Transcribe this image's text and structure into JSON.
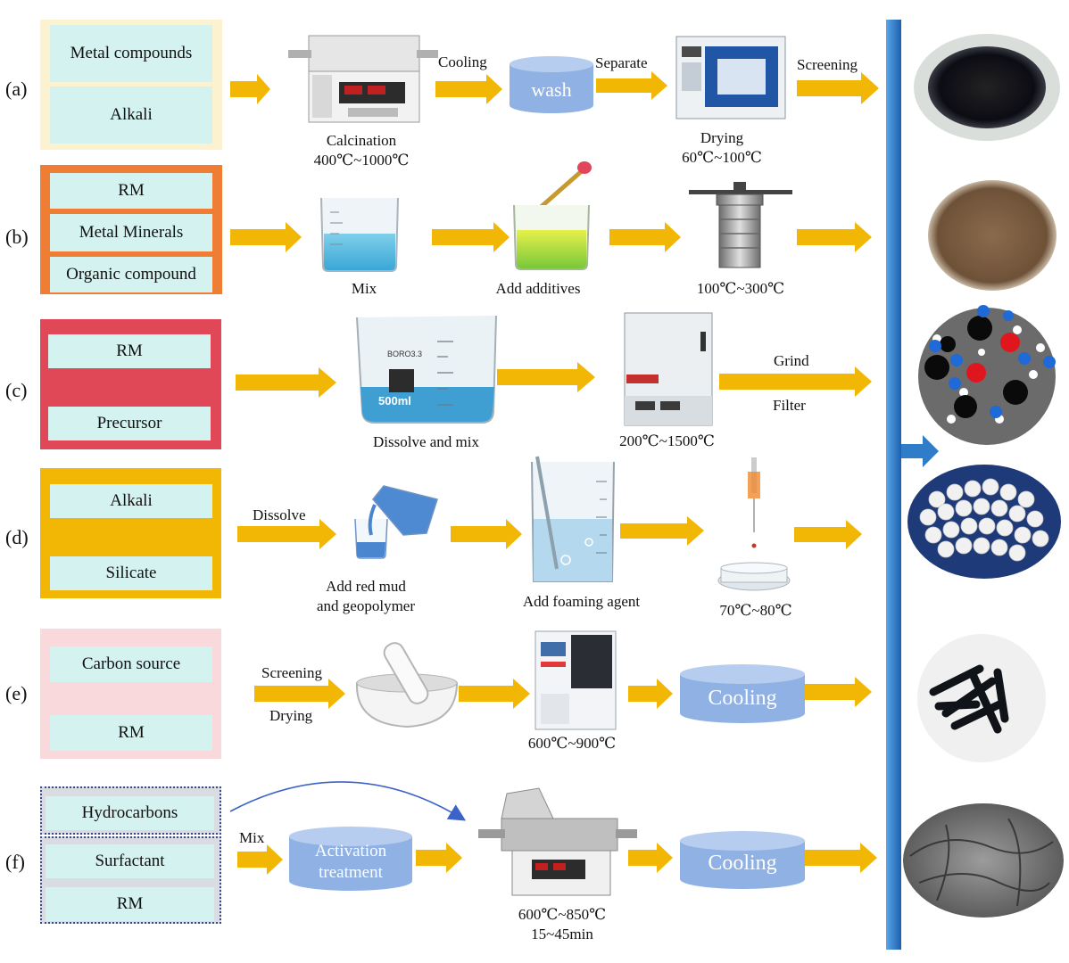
{
  "rows": [
    {
      "label": "(a)",
      "boxes": [
        "Metal compounds",
        "Alkali"
      ]
    },
    {
      "label": "(b)",
      "boxes": [
        "RM",
        "Metal Minerals",
        "Organic compound"
      ]
    },
    {
      "label": "(c)",
      "boxes": [
        "RM",
        "Precursor"
      ]
    },
    {
      "label": "(d)",
      "boxes": [
        "Alkali",
        "Silicate"
      ]
    },
    {
      "label": "(e)",
      "boxes": [
        "Carbon source",
        "RM"
      ]
    },
    {
      "label": "(f)",
      "boxes": [
        "Hydrocarbons",
        "Surfactant",
        "RM"
      ]
    }
  ],
  "a": {
    "calcination": "Calcination",
    "calcination_temp": "400℃~1000℃",
    "cooling": "Cooling",
    "wash": "wash",
    "separate": "Separate",
    "drying": "Drying",
    "drying_temp": "60℃~100℃",
    "screening": "Screening"
  },
  "b": {
    "mix": "Mix",
    "add_additives": "Add additives",
    "temp": "100℃~300℃"
  },
  "c": {
    "dissolve_mix": "Dissolve and mix",
    "temp": "200℃~1500℃",
    "grind": "Grind",
    "filter": "Filter",
    "beaker_label": "500ml",
    "beaker_brand": "BORO3.3"
  },
  "d": {
    "dissolve": "Dissolve",
    "add_red_mud_1": "Add red mud",
    "add_red_mud_2": "and geopolymer",
    "add_foaming": "Add foaming agent",
    "temp": "70℃~80℃"
  },
  "e": {
    "screening": "Screening",
    "drying": "Drying",
    "temp": "600℃~900℃",
    "cooling": "Cooling"
  },
  "f": {
    "mix": "Mix",
    "activation_1": "Activation",
    "activation_2": "treatment",
    "temp": "600℃~850℃",
    "time": "15~45min",
    "cooling": "Cooling"
  },
  "colors": {
    "arrow": "#f2b705",
    "panel_a": "#fdf2cf",
    "panel_b": "#ef7d34",
    "panel_c": "#e04858",
    "panel_d": "#f2b705",
    "panel_e": "#f9d9dc",
    "box_fill": "#d4f2ef",
    "cylinder": "#8fb1e4",
    "blue_bar": "#2f7dc8"
  }
}
